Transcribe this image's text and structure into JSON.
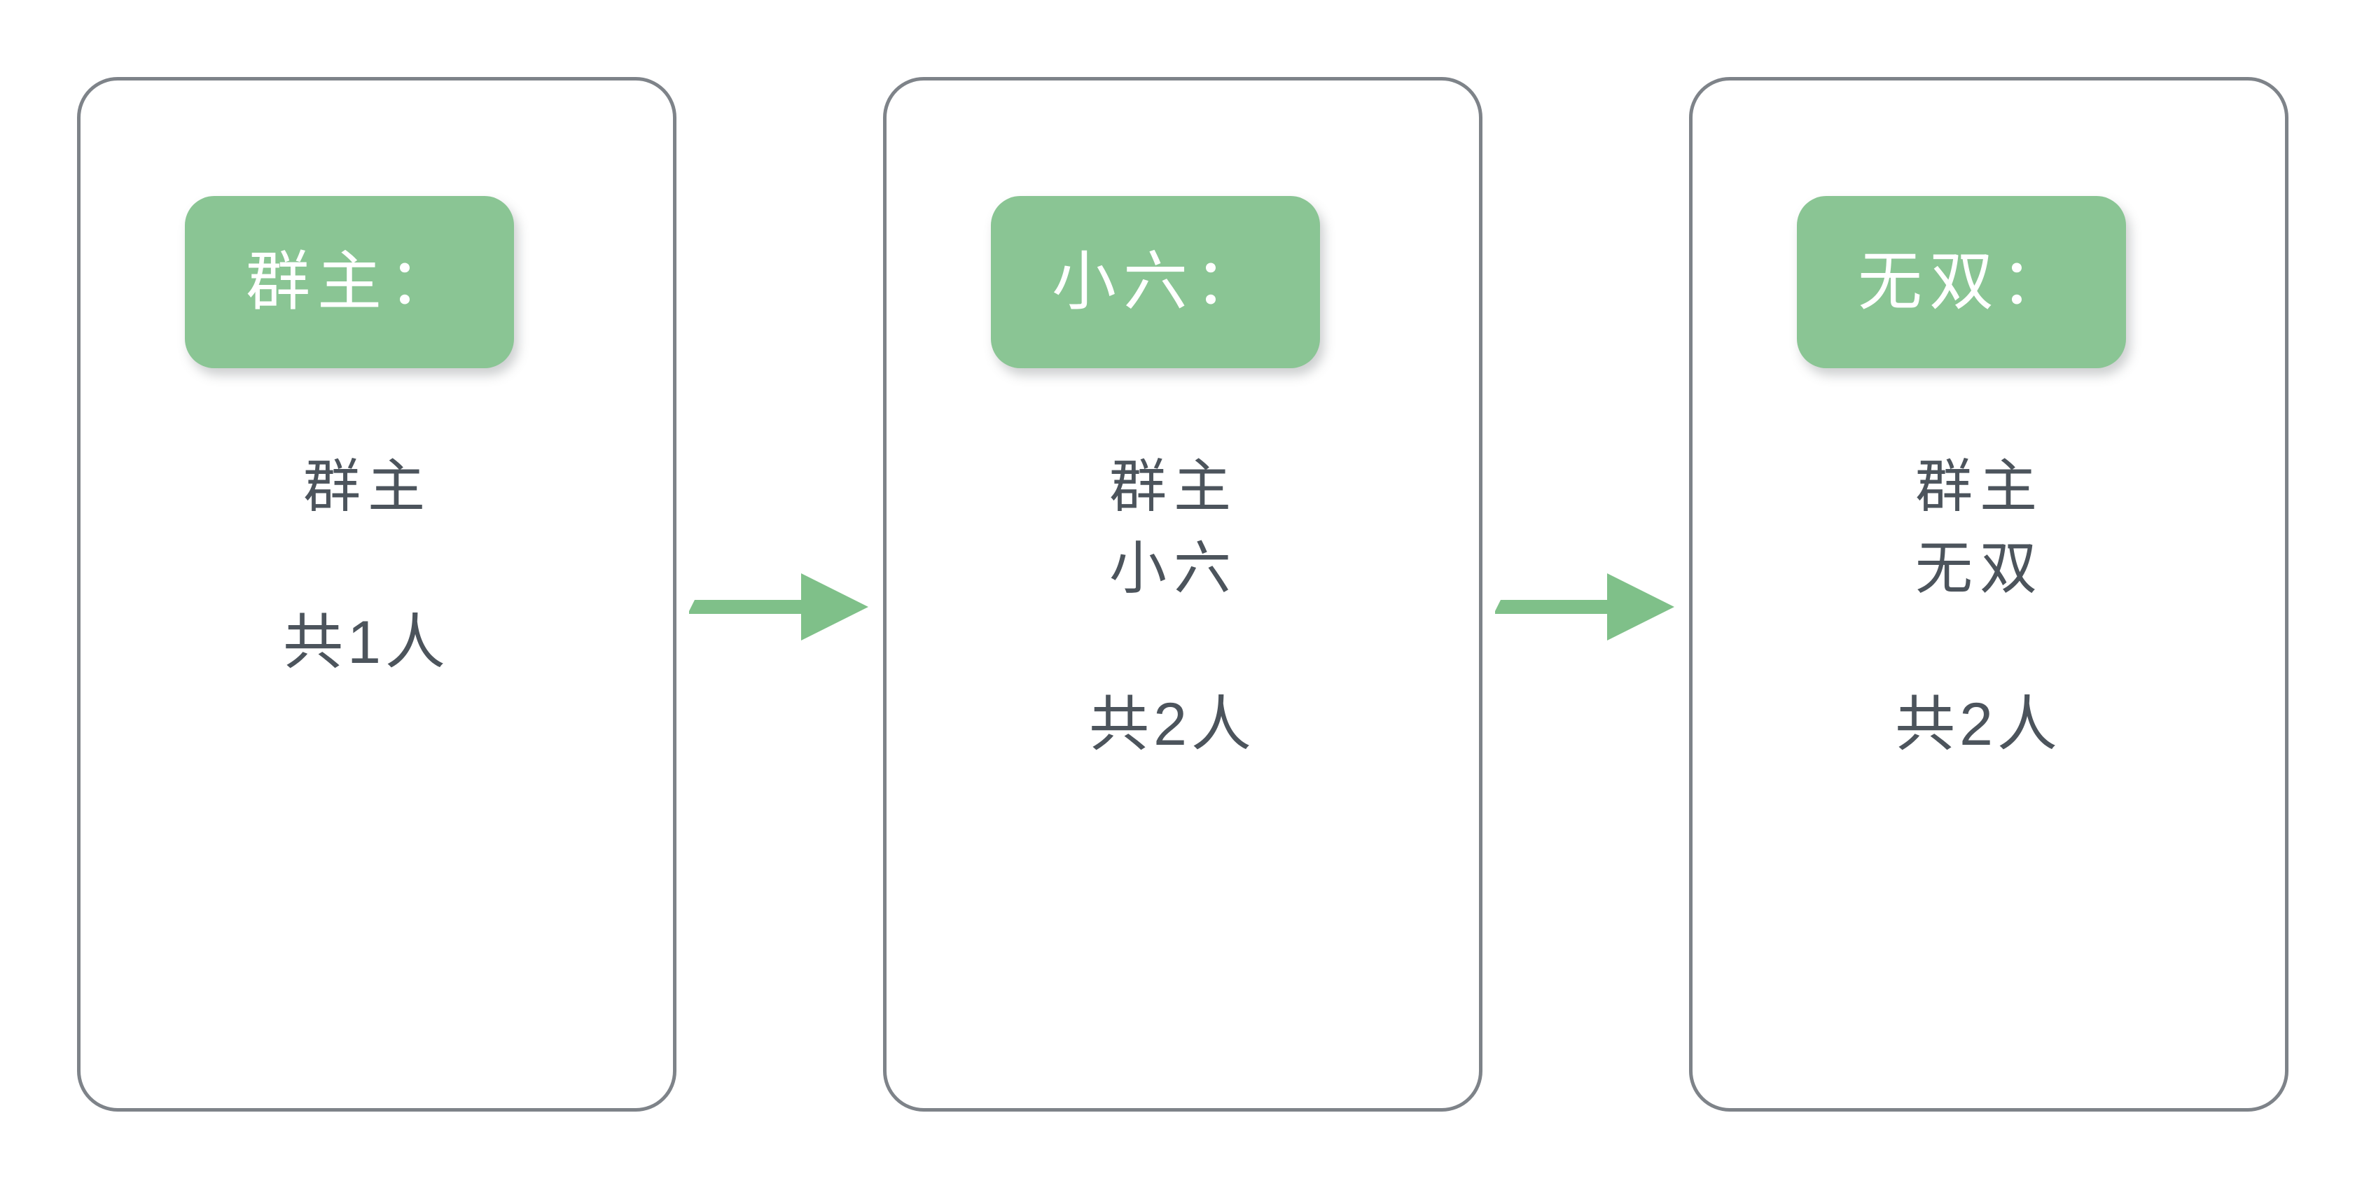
{
  "colors": {
    "background": "#ffffff",
    "card_border": "#7e8389",
    "badge_green": "#8ac594",
    "arrow_green": "#7fc089",
    "text_dark": "#4c545c",
    "badge_text": "#ffffff"
  },
  "flow": {
    "steps": [
      {
        "badge_label": "群主：",
        "members": [
          "群主"
        ],
        "total": "共1人"
      },
      {
        "badge_label": "小六：",
        "members": [
          "群主",
          "小六"
        ],
        "total": "共2人"
      },
      {
        "badge_label": "无双：",
        "members": [
          "群主",
          "无双"
        ],
        "total": "共2人"
      }
    ],
    "connectors": [
      {
        "icon": "arrow-right-icon"
      },
      {
        "icon": "arrow-right-icon"
      }
    ]
  }
}
